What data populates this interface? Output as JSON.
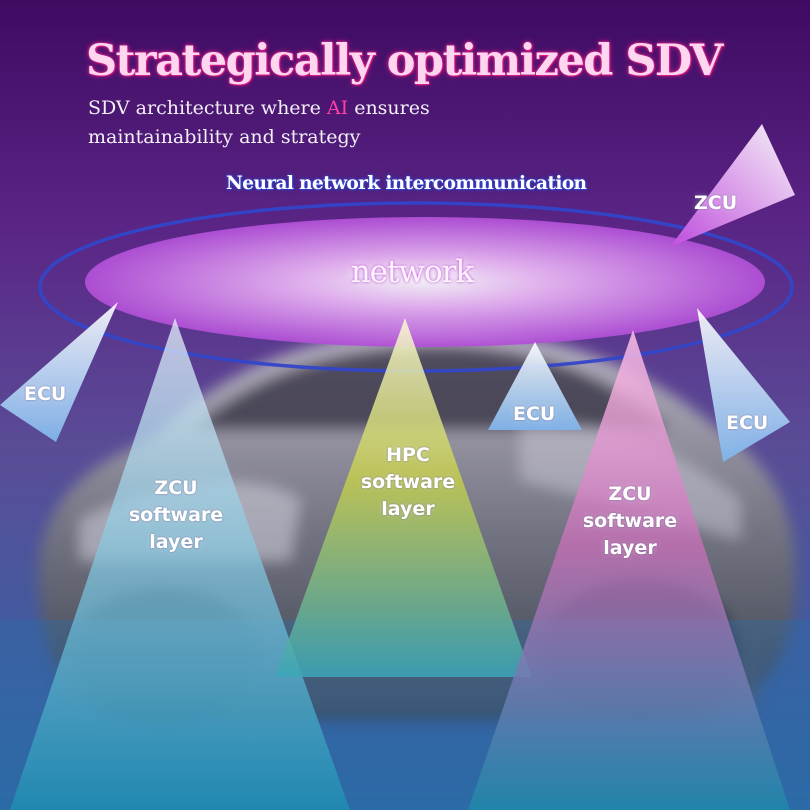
{
  "header": {
    "title": "Strategically optimized SDV",
    "subtitle_before": "SDV architecture where ",
    "subtitle_highlight": "AI",
    "subtitle_after": " ensures maintainability and strategy"
  },
  "network": {
    "ring_label": "Neural network intercommunication",
    "core_label": "network"
  },
  "ecus": [
    {
      "label": "ECU"
    },
    {
      "label": "ECU"
    },
    {
      "label": "ECU"
    }
  ],
  "zones": [
    {
      "label": "ZCU"
    }
  ],
  "software_layers": [
    {
      "line1": "ZCU",
      "line2": "software",
      "line3": "layer"
    },
    {
      "line1": "HPC",
      "line2": "software",
      "line3": "layer"
    },
    {
      "line1": "ZCU",
      "line2": "software",
      "line3": "layer"
    }
  ],
  "colors": {
    "background_top": "#4a0f6e",
    "background_bottom": "#2d5fa8",
    "title_glow": "#ff2f9f",
    "ai_highlight": "#ff3fa5",
    "ring_stroke": "#3346c9",
    "network_fill": "#b04fd6",
    "zcu_layer_left": "#5fb6c9",
    "hpc_layer": "#c6cf4a",
    "zcu_layer_right": "#c86fb8",
    "ecu_fill": "#8fc3ee"
  }
}
